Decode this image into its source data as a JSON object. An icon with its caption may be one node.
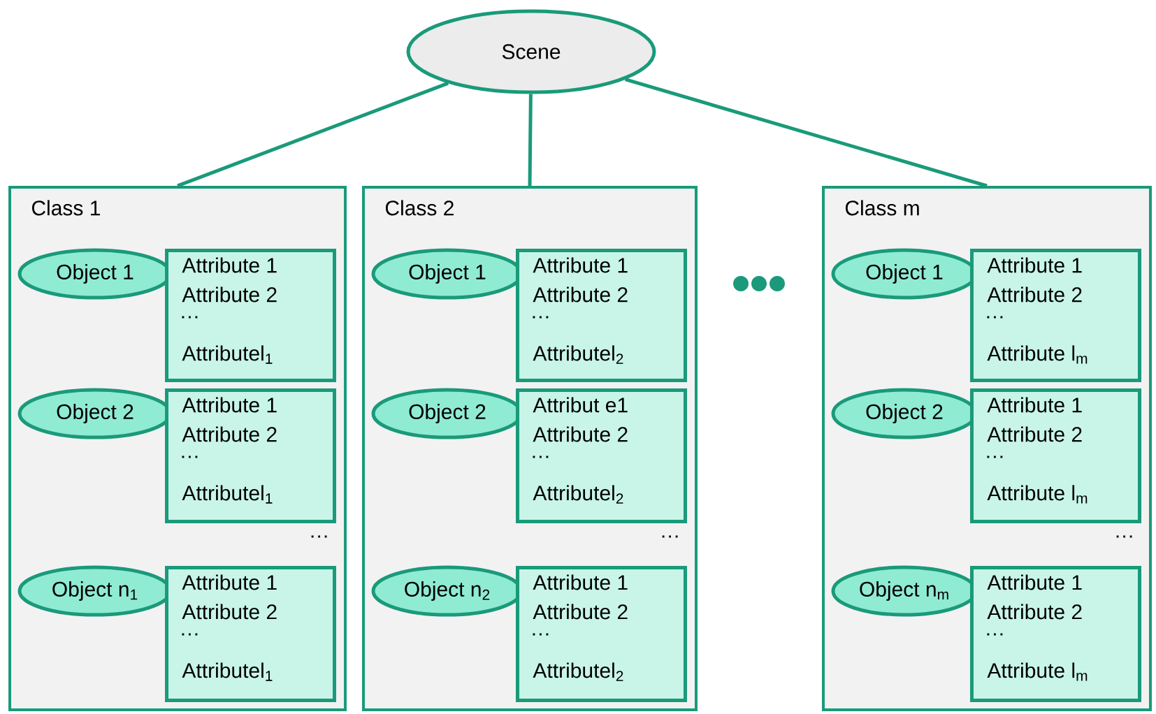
{
  "diagram": {
    "nodes": [
      {
        "text": [
          "Scene"
        ]
      },
      {
        "text": [
          "Class 1"
        ]
      },
      {
        "text": [
          "Object 1"
        ],
        "in": 1
      },
      {
        "text": [
          "Attribute 1",
          "Attribute 2",
          "…",
          "Attributel$_{1}$"
        ],
        "in": 1
      },
      {
        "text": [
          "Object 2"
        ],
        "in": 1
      },
      {
        "text": [
          "Attribute 1",
          "Attribute 2",
          "…",
          "Attributel$_{1}$"
        ],
        "in": 1
      },
      {
        "text": [
          "Object n$_{1}$"
        ],
        "in": 1
      },
      {
        "text": [
          "Attribute 1",
          "Attribute 2",
          "…",
          "Attributel$_{1}$"
        ],
        "in": 1
      },
      {
        "text": [
          "Class 2"
        ]
      },
      {
        "text": [
          "Object 1"
        ],
        "in": 8
      },
      {
        "text": [
          "Attribute 1",
          "Attribute 2",
          "…",
          "Attributel$_{2}$"
        ],
        "in": 8
      },
      {
        "text": [
          "Object 2"
        ],
        "in": 8
      },
      {
        "text": [
          "Attribut e1",
          "Attribute 2",
          "…",
          "Attributel$_{2}$"
        ],
        "in": 8
      },
      {
        "text": [
          "Object n$_{2}$"
        ],
        "in": 8
      },
      {
        "text": [
          "Attribute 1",
          "Attribute 2",
          "…",
          "Attributel$_{2}$"
        ],
        "in": 8
      },
      {
        "text": [
          "Class m"
        ]
      },
      {
        "text": [
          "Object 1"
        ],
        "in": 15
      },
      {
        "text": [
          "Attribute 1",
          "Attribute 2",
          "…",
          "Attribute l$_{m}$"
        ],
        "in": 15
      },
      {
        "text": [
          "Object 2"
        ],
        "in": 15
      },
      {
        "text": [
          "Attribute 1",
          "Attribute 2",
          "…",
          "Attribute l$_{m}$"
        ],
        "in": 15
      },
      {
        "text": [
          "Object n$_{m}$"
        ],
        "in": 15
      },
      {
        "text": [
          "Attribute 1",
          "Attribute 2",
          "…",
          "Attribute l$_{m}$"
        ],
        "in": 15
      }
    ],
    "edges": [
      {
        "from": 0,
        "to": 1,
        "arrow": "none"
      },
      {
        "from": 0,
        "to": 8,
        "arrow": "none"
      },
      {
        "from": 0,
        "to": 15,
        "arrow": "none"
      }
    ],
    "labels": [
      "…",
      "…",
      "…"
    ]
  }
}
